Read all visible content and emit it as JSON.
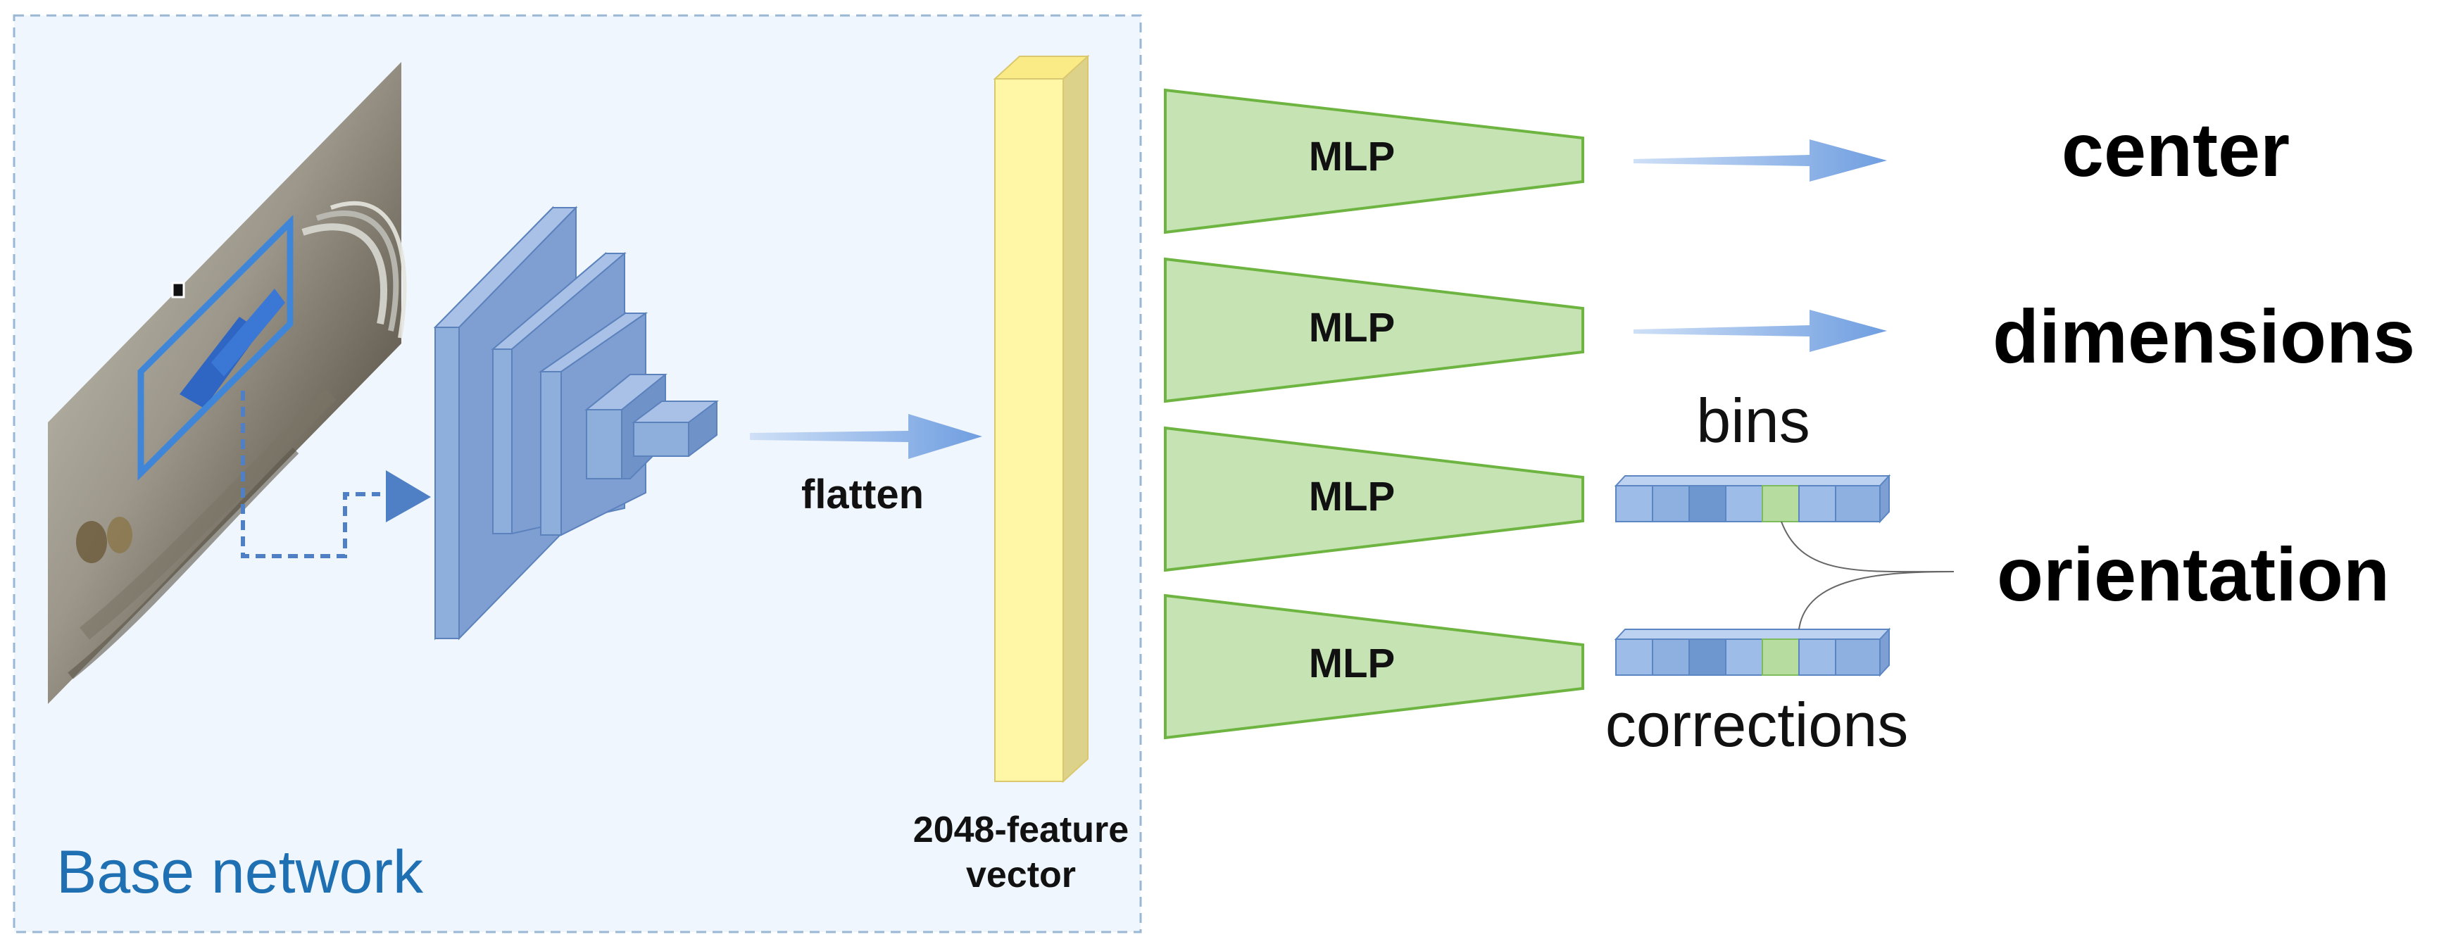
{
  "base_network": {
    "label": "Base network",
    "box_fill": "#f0f6fd",
    "box_stroke": "#9ab7d3",
    "label_color": "#1f6fb3",
    "input_image": {
      "bbox_color": "#3f86d8"
    },
    "cnn_layers": {
      "fill_front": "#8eaedc",
      "fill_side": "#6f93c9",
      "fill_top": "#a9c1e6",
      "stroke": "#5b82bd"
    }
  },
  "flatten_label": "flatten",
  "feature_vector": {
    "label_line1": "2048-feature",
    "label_line2": "vector",
    "fill_front": "#fff7a6",
    "fill_side": "#ddd28a",
    "fill_top": "#fbeb86"
  },
  "heads": [
    {
      "label": "MLP"
    },
    {
      "label": "MLP"
    },
    {
      "label": "MLP"
    },
    {
      "label": "MLP"
    }
  ],
  "head_colors": {
    "fill": "#c6e3b3",
    "stroke": "#6db441"
  },
  "arrow_color": "#7aa6e0",
  "outputs": {
    "center": "center",
    "dimensions": "dimensions",
    "orientation": "orientation"
  },
  "bins_label": "bins",
  "corrections_label": "corrections",
  "bin_colors": {
    "blue": "#9dbde8",
    "blue_dark": "#6e97cf",
    "green": "#b6dca0",
    "stroke": "#5c86c2"
  }
}
